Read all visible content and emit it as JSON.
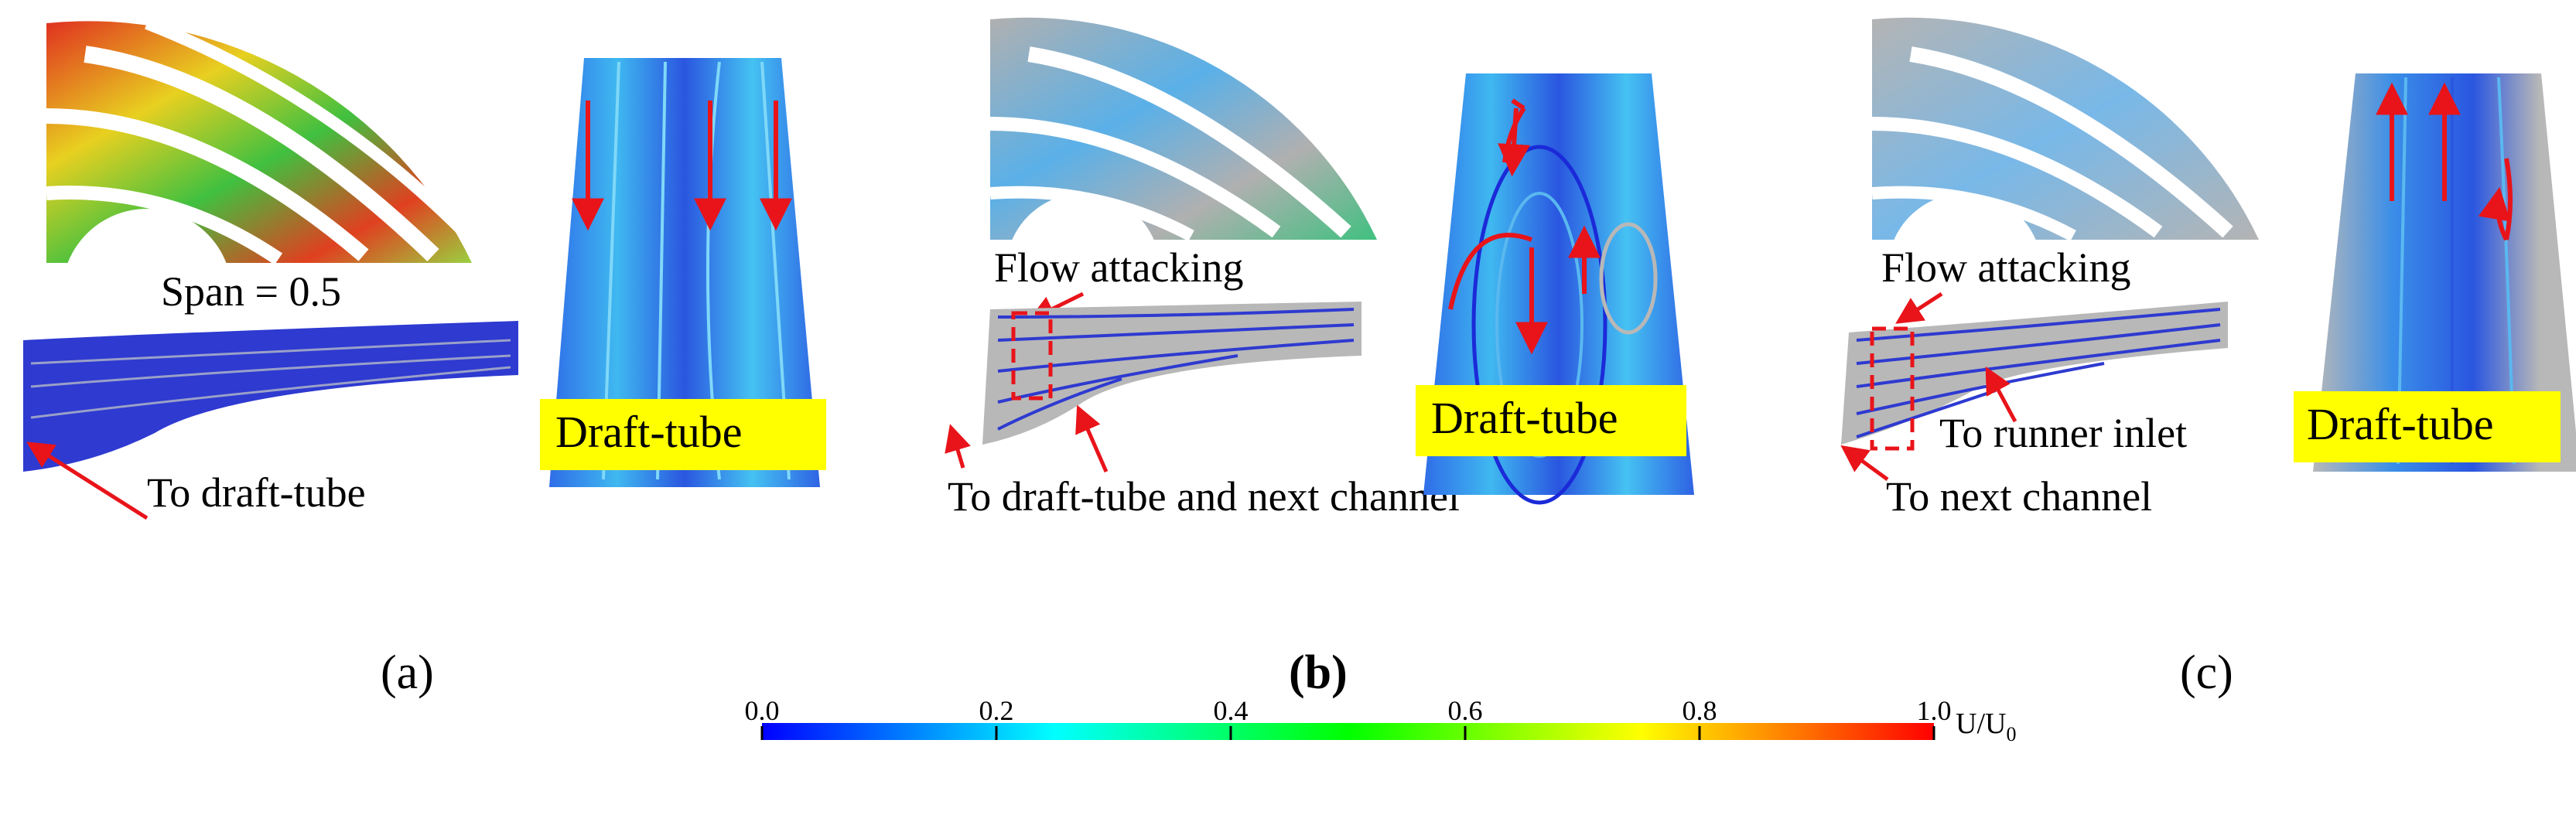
{
  "panels": [
    {
      "id": "a",
      "label": "(a)",
      "span_label": "Span = 0.5",
      "annotation": "To draft-tube",
      "tube_label": "Draft-tube"
    },
    {
      "id": "b",
      "label": "(b)",
      "attack_label": "Flow attacking",
      "annotation": "To draft-tube and next channel",
      "tube_label": "Draft-tube"
    },
    {
      "id": "c",
      "label": "(c)",
      "attack_label": "Flow attacking",
      "annotation": "To next channel",
      "inlet_label": "To runner inlet",
      "tube_label": "Draft-tube"
    }
  ],
  "colorbar": {
    "ticks": [
      "0.0",
      "0.2",
      "0.4",
      "0.6",
      "0.8",
      "1.0"
    ],
    "tick_values": [
      0.0,
      0.2,
      0.4,
      0.6,
      0.8,
      1.0
    ],
    "range": [
      0.0,
      1.0
    ],
    "unit": "U/U",
    "unit_sub": "0",
    "colors": [
      "#0000ff",
      "#00ffff",
      "#00ff00",
      "#ffff00",
      "#ff0000"
    ]
  },
  "colors": {
    "arrow": "#e8141a",
    "label_box": "#ffff00",
    "dashed_box": "#e8141a",
    "stream_blue": "#2a3cd8",
    "surface_gray": "#b8b8b8"
  }
}
